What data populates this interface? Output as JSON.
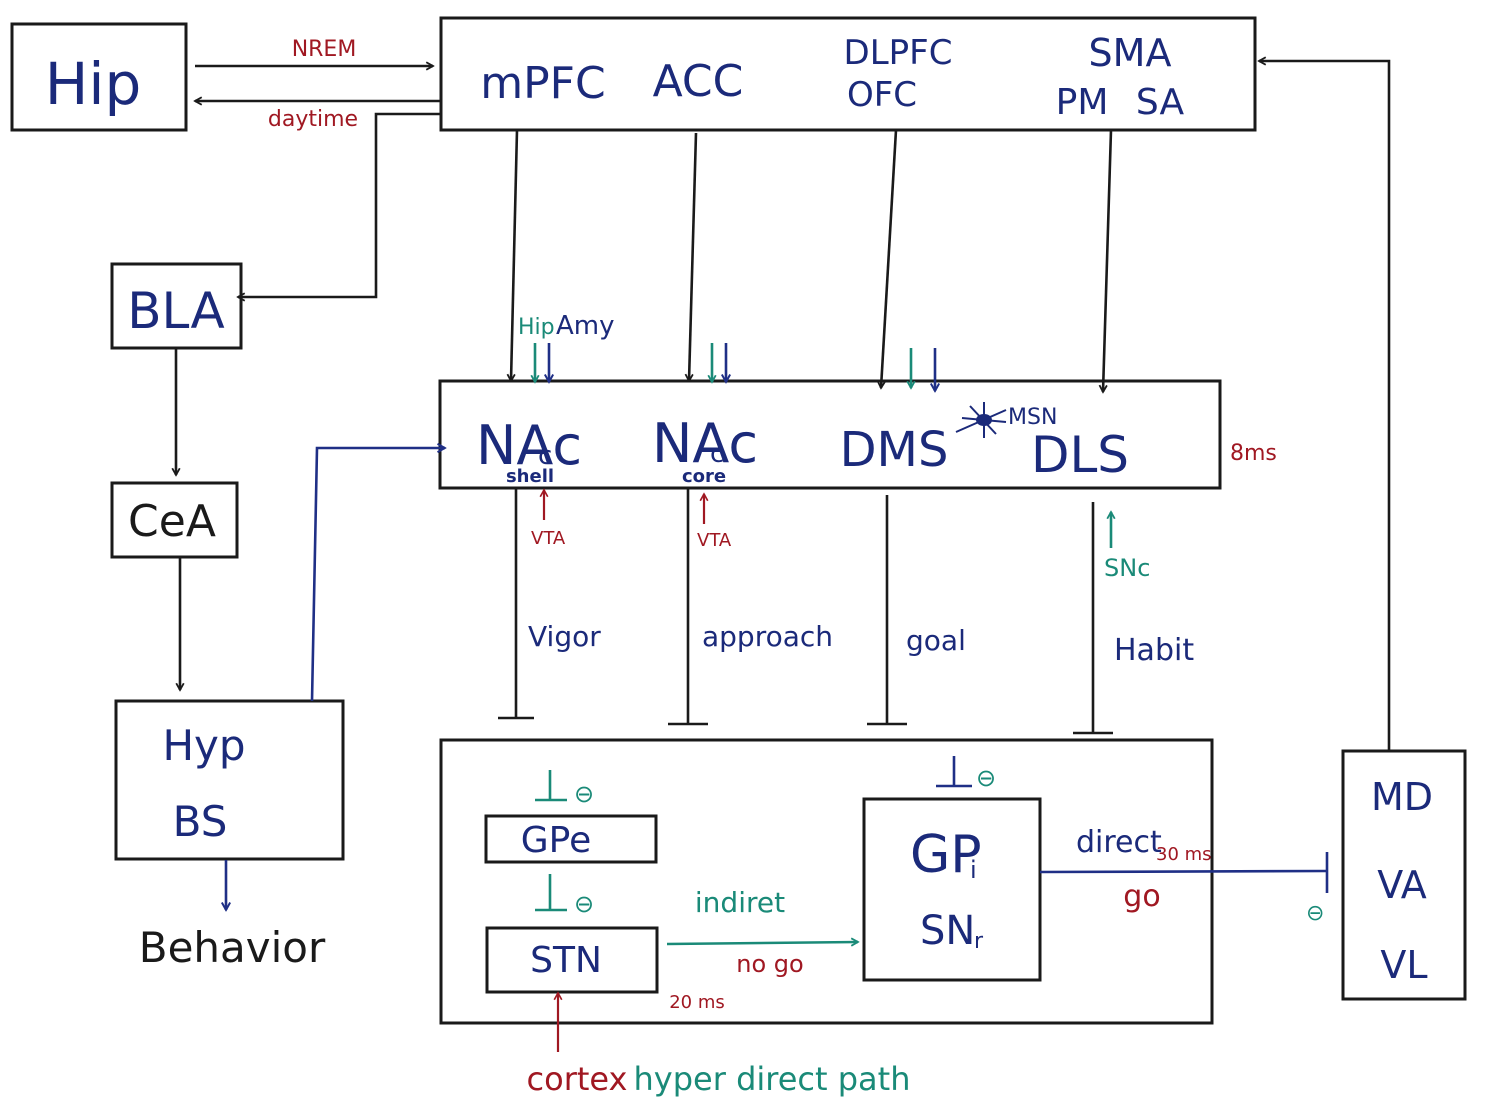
{
  "colors": {
    "ink": "#1a1a1a",
    "navy": "#1b2a7a",
    "red": "#a01822",
    "green": "#1a8a78",
    "background": "#ffffff"
  },
  "nodes": {
    "hip": "Hip",
    "bla": "BLA",
    "cea": "CeA",
    "hyp": "Hyp",
    "bs": "BS",
    "behavior": "Behavior",
    "cortex": {
      "mpfc": "mPFC",
      "acc": "ACC",
      "dlpfc": "DLPFC",
      "ofc": "OFC",
      "sma": "SMA",
      "pm": "PM",
      "sa": "SA"
    },
    "striatum": {
      "nac_shell": "NAc",
      "nac_shell_sub": "c",
      "nac_shell_label": "shell",
      "nac_core": "NAc",
      "nac_core_sub": "c",
      "nac_core_label": "core",
      "dms": "DMS",
      "dls": "DLS",
      "msn": "MSN",
      "timing": "8ms"
    },
    "gpe": "GPe",
    "stn": "STN",
    "gpi": "GP",
    "gpi_sub": "i",
    "snr": "SN",
    "snr_sub": "r",
    "thalamus": {
      "md": "MD",
      "va": "VA",
      "vl": "VL"
    }
  },
  "labels": {
    "nrem": "NREM",
    "daytime": "daytime",
    "hip_input": "Hip",
    "amy_input": "Amy",
    "vta_1": "VTA",
    "vta_2": "VTA",
    "snc": "SNc",
    "vigor": "Vigor",
    "approach": "approach",
    "goal": "goal",
    "habit": "Habit",
    "inhib_sign": "⊖",
    "indirect": "indiret",
    "no_go": "no go",
    "timing_20": "20 ms",
    "direct": "direct",
    "timing_30": "30 ms",
    "go": "go",
    "cortex_input": "cortex",
    "hyperdirect": "hyper direct path"
  }
}
